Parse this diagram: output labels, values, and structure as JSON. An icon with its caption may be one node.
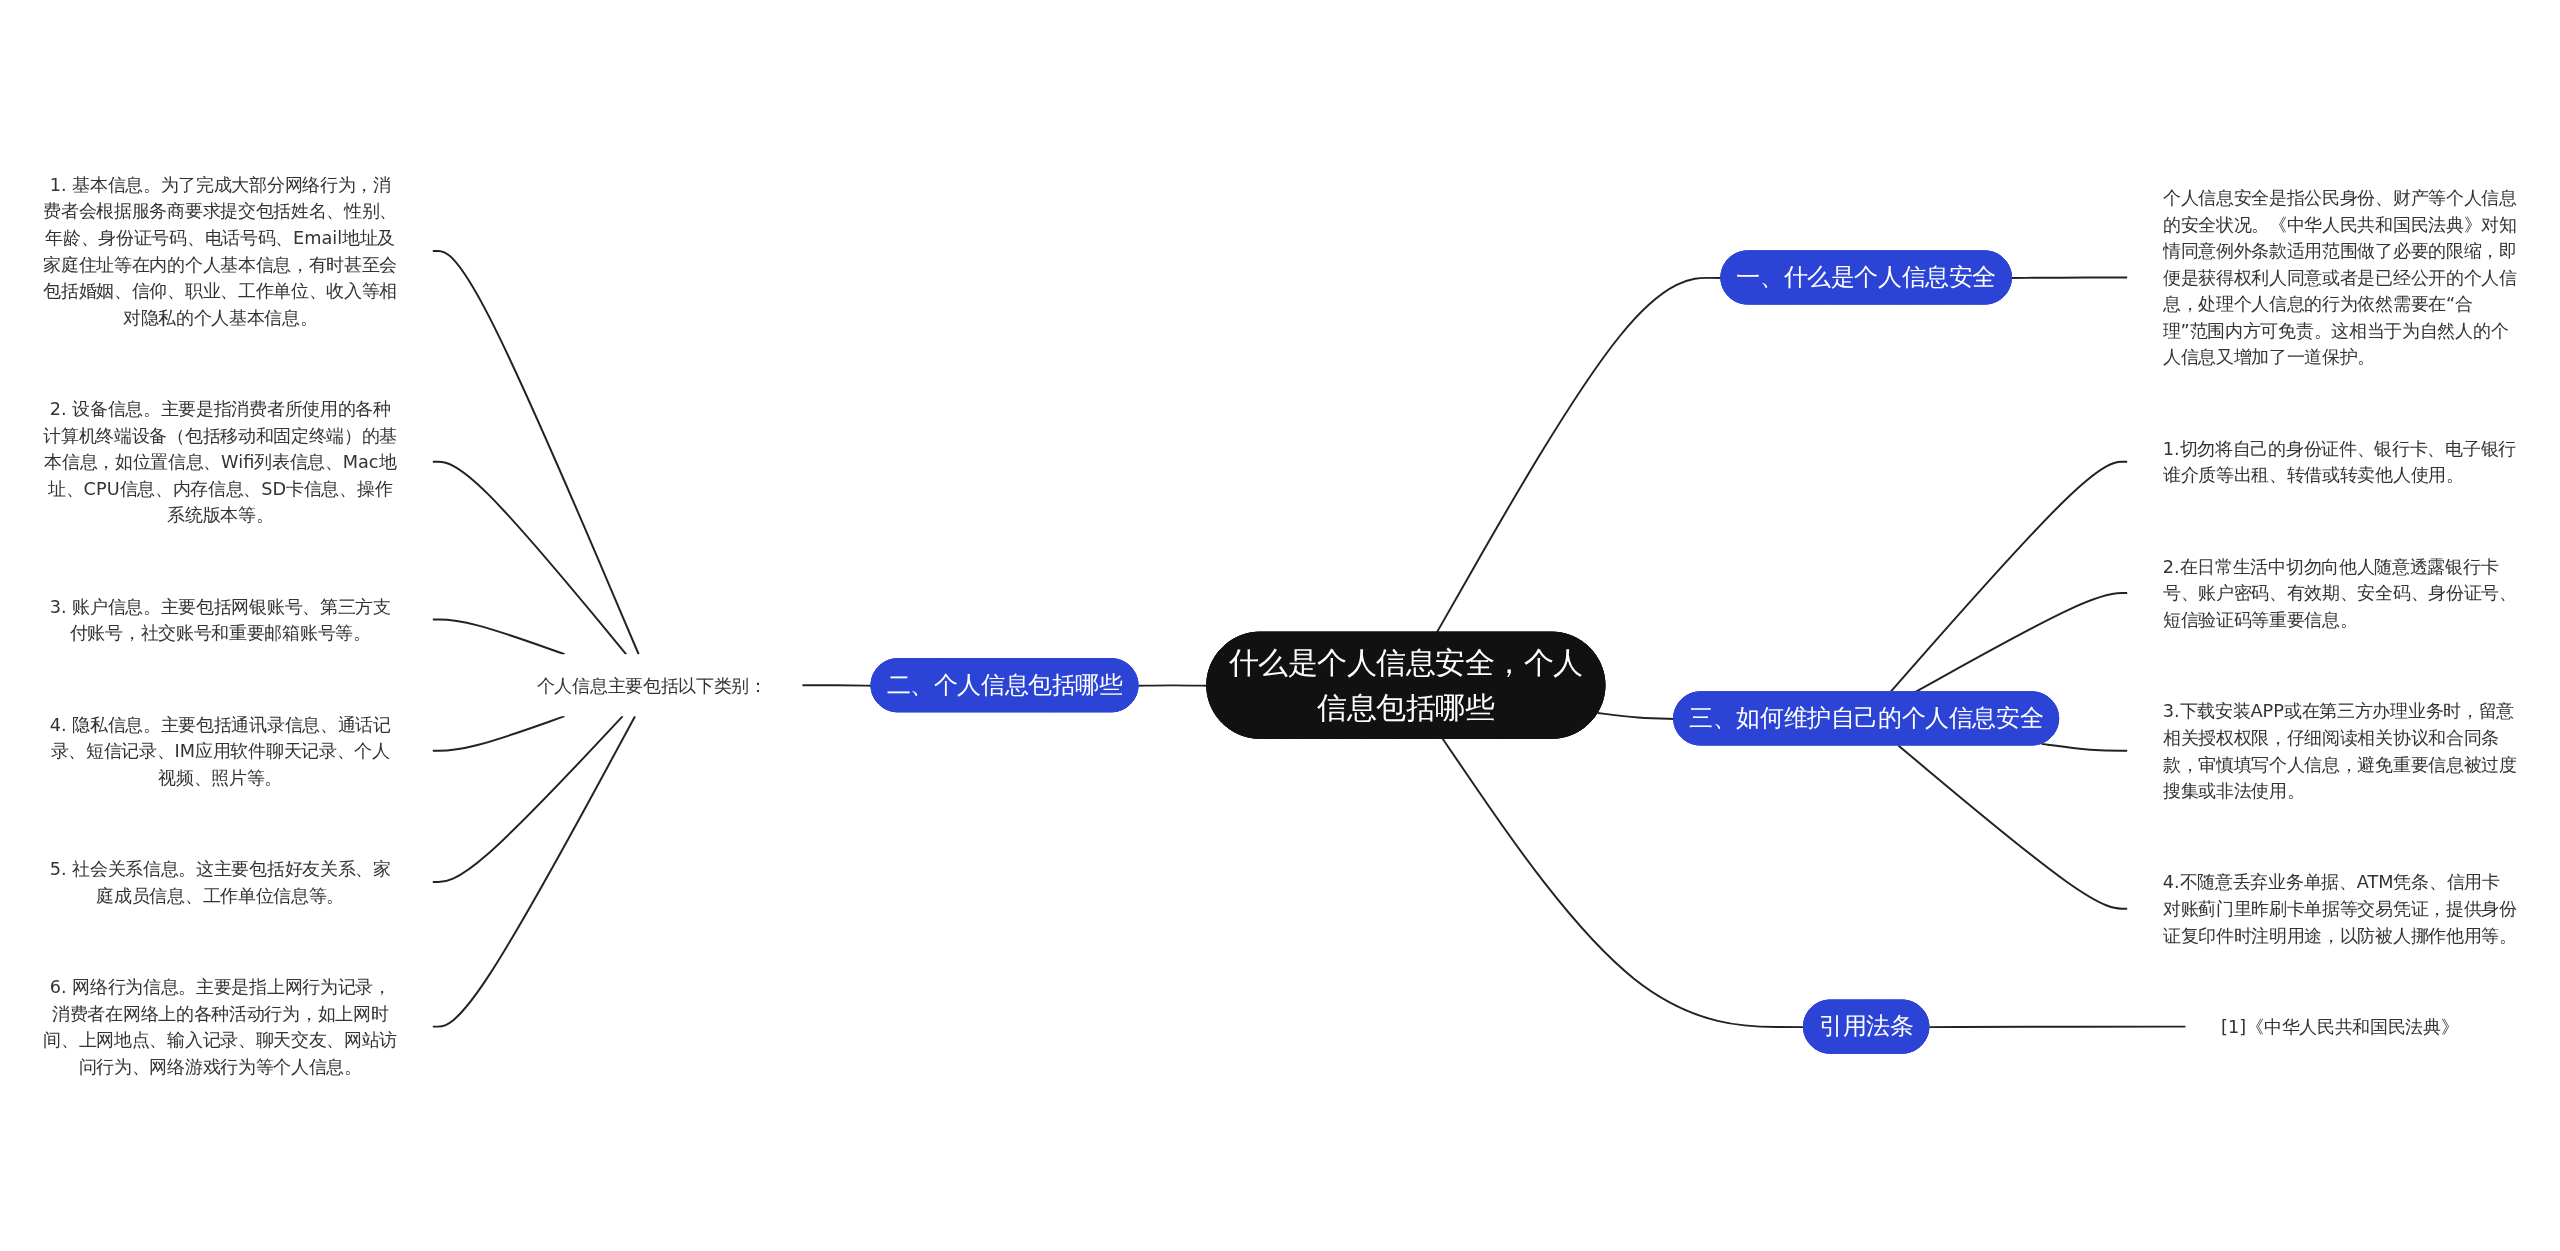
{
  "diagram": {
    "nodes": [
      {
        "text": [
          "什么是个人信息安全，个人信息包括哪些"
        ]
      },
      {
        "text": [
          "一、什么是个人信息安全"
        ]
      },
      {
        "text": [
          "个人信息安全是指公民身份、财产等个人信息的安全状况。《中华人民共和国民法典》对知情同意例外条款适用范围做了必要的限缩，即便是获得权利人同意或者是已经公开的个人信息，处理个人信息的行为依然需要在“合理”范围内方可免责。这相当于为自然人的个人信息又增加了一道保护。"
        ]
      },
      {
        "text": [
          "二、个人信息包括哪些"
        ]
      },
      {
        "text": [
          "个人信息主要包括以下类别："
        ]
      },
      {
        "text": [
          "1. 基本信息。为了完成大部分网络行为，消费者会根据服务商要求提交包括姓名、性别、年龄、身份证号码、电话号码、Email地址及家庭住址等在内的个人基本信息，有时甚至会包括婚姻、信仰、职业、工作单位、收入等相对隐私的个人基本信息。"
        ]
      },
      {
        "text": [
          "2. 设备信息。主要是指消费者所使用的各种计算机终端设备（包括移动和固定终端）的基本信息，如位置信息、Wifi列表信息、Mac地址、CPU信息、内存信息、SD卡信息、操作系统版本等。"
        ]
      },
      {
        "text": [
          "3. 账户信息。主要包括网银账号、第三方支付账号，社交账号和重要邮箱账号等。"
        ]
      },
      {
        "text": [
          "4. 隐私信息。主要包括通讯录信息、通话记录、短信记录、IM应用软件聊天记录、个人视频、照片等。"
        ]
      },
      {
        "text": [
          "5. 社会关系信息。这主要包括好友关系、家庭成员信息、工作单位信息等。"
        ]
      },
      {
        "text": [
          "6. 网络行为信息。主要是指上网行为记录，消费者在网络上的各种活动行为，如上网时间、上网地点、输入记录、聊天交友、网站访问行为、网络游戏行为等个人信息。"
        ]
      },
      {
        "text": [
          "三、如何维护自己的个人信息安全"
        ]
      },
      {
        "text": [
          "1.切勿将自己的身份证件、银行卡、电子银行谁介质等出租、转借或转卖他人使用。"
        ]
      },
      {
        "text": [
          "2.在日常生活中切勿向他人随意透露银行卡号、账户密码、有效期、安全码、身份证号、短信验证码等重要信息。"
        ]
      },
      {
        "text": [
          "3.下载安装APP或在第三方办理业务时，留意相关授权权限，仔细阅读相关协议和合同条款，审慎填写个人信息，避免重要信息被过度搜集或非法使用。"
        ]
      },
      {
        "text": [
          "4.不随意丢弃业务单据、ATM凭条、信用卡对账蓟门里昨刷卡单据等交易凭证，提供身份证复印件时注明用途，以防被人挪作他用等。"
        ]
      },
      {
        "text": [
          "引用法条"
        ]
      },
      {
        "text": [
          "[1]《中华人民共和国民法典》"
        ]
      }
    ],
    "edges": [
      {
        "from": 0,
        "to": 1,
        "arrow": "none"
      },
      {
        "from": 1,
        "to": 2,
        "arrow": "none"
      },
      {
        "from": 0,
        "to": 3,
        "arrow": "none"
      },
      {
        "from": 3,
        "to": 4,
        "arrow": "none"
      },
      {
        "from": 4,
        "to": 5,
        "arrow": "none"
      },
      {
        "from": 4,
        "to": 6,
        "arrow": "none"
      },
      {
        "from": 4,
        "to": 7,
        "arrow": "none"
      },
      {
        "from": 4,
        "to": 8,
        "arrow": "none"
      },
      {
        "from": 4,
        "to": 9,
        "arrow": "none"
      },
      {
        "from": 4,
        "to": 10,
        "arrow": "none"
      },
      {
        "from": 0,
        "to": 11,
        "arrow": "none"
      },
      {
        "from": 11,
        "to": 12,
        "arrow": "none"
      },
      {
        "from": 11,
        "to": 13,
        "arrow": "none"
      },
      {
        "from": 11,
        "to": 14,
        "arrow": "none"
      },
      {
        "from": 11,
        "to": 15,
        "arrow": "none"
      },
      {
        "from": 0,
        "to": 16,
        "arrow": "none"
      },
      {
        "from": 16,
        "to": 17,
        "arrow": "none"
      }
    ]
  }
}
